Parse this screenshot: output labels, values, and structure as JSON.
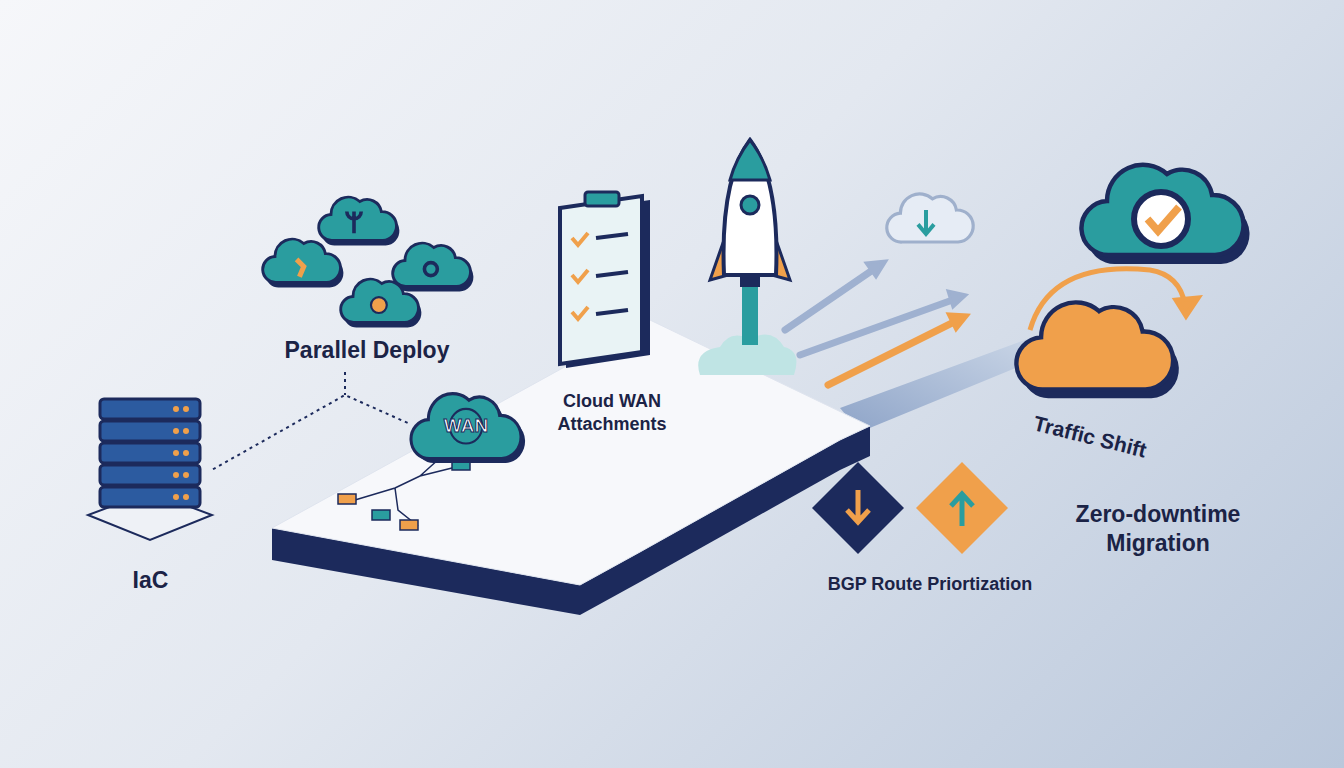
{
  "diagram": {
    "nodes": [
      {
        "text": [
          "IaC"
        ]
      },
      {
        "text": [
          "WAN"
        ]
      }
    ],
    "edges": [
      {
        "from": 0,
        "to": 1,
        "arrow": "none"
      }
    ],
    "labels": [
      "Parallel Deploy",
      "Cloud WAN Attachments",
      "Traffic Shift",
      "Zero-downtime Migration",
      "BGP Route Priortization"
    ]
  }
}
